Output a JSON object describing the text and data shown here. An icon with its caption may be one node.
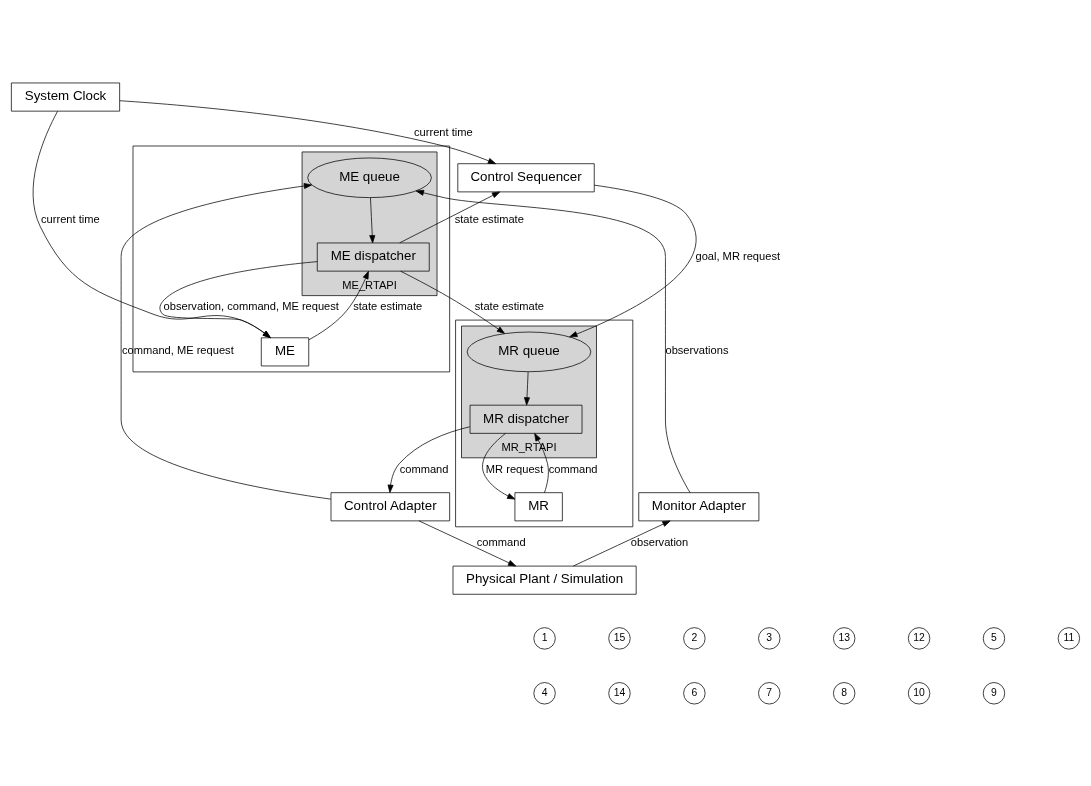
{
  "diagram": {
    "nodes": [
      {
        "text": [
          "Control Sequencer"
        ]
      },
      {
        "text": [
          "System Clock"
        ]
      },
      {
        "text": [],
        "shape": "box"
      },
      {
        "text": [
          "ME_RTAPI"
        ],
        "in": 2
      },
      {
        "text": [
          "ME queue"
        ],
        "in": 3
      },
      {
        "text": [
          "ME dispatcher"
        ],
        "in": 3
      },
      {
        "text": [
          "ME"
        ],
        "in": 2
      },
      {
        "text": [],
        "shape": "box"
      },
      {
        "text": [
          "MR_RTAPI"
        ],
        "in": 7
      },
      {
        "text": [
          "MR queue"
        ],
        "in": 8
      },
      {
        "text": [
          "MR dispatcher"
        ],
        "in": 8
      },
      {
        "text": [
          "MR"
        ],
        "in": 7
      },
      {
        "text": [
          "Monitor Adapter"
        ]
      },
      {
        "text": [
          "Control Adapter"
        ]
      },
      {
        "text": [
          "Physical Plant / Simulation"
        ]
      }
    ],
    "edges": [
      {
        "from": 1,
        "to": 0,
        "arrow": "to",
        "label": "current time"
      },
      {
        "from": 0,
        "to": 9,
        "arrow": "to",
        "label": "goal, MR request"
      },
      {
        "from": 9,
        "to": 10,
        "arrow": "to"
      },
      {
        "from": 10,
        "to": 11,
        "arrow": "to",
        "label": "MR request"
      },
      {
        "from": 11,
        "to": 10,
        "arrow": "to",
        "label": "command"
      },
      {
        "from": 10,
        "to": 13,
        "arrow": "to",
        "label": "command"
      },
      {
        "from": 13,
        "to": 4,
        "arrow": "to",
        "label": "command, ME request"
      },
      {
        "from": 12,
        "to": 4,
        "arrow": "to",
        "label": "observations"
      },
      {
        "from": 4,
        "to": 5,
        "arrow": "to"
      },
      {
        "from": 5,
        "to": 6,
        "arrow": "to",
        "label": "observation, command, ME request"
      },
      {
        "from": 1,
        "to": 6,
        "arrow": "to",
        "label": "current time"
      },
      {
        "from": 6,
        "to": 5,
        "arrow": "to",
        "label": "state estimate"
      },
      {
        "from": 5,
        "to": 0,
        "arrow": "to",
        "label": "state estimate"
      },
      {
        "from": 5,
        "to": 9,
        "arrow": "to",
        "label": "state estimate"
      },
      {
        "from": 14,
        "to": 12,
        "arrow": "to",
        "label": "observation"
      },
      {
        "from": 13,
        "to": 14,
        "arrow": "to",
        "label": "command"
      }
    ],
    "labels": [
      "1",
      "15",
      "2",
      "3",
      "13",
      "12",
      "5",
      "11",
      "4",
      "14",
      "6",
      "7",
      "8",
      "10",
      "9"
    ]
  }
}
